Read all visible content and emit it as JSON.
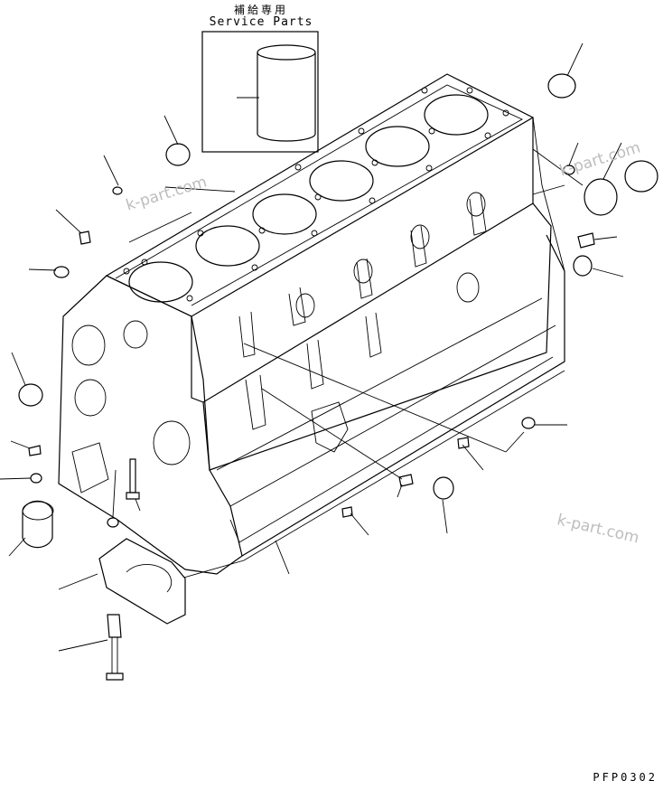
{
  "service_box": {
    "title_jp": "補給専用",
    "title_en": "Service Parts"
  },
  "watermarks": [
    "k-part.com",
    "k-part.com",
    "k-part.com"
  ],
  "diagram_code": "PFP0302",
  "colors": {
    "line": "#000000",
    "watermark": "#bdbdbd",
    "background": "#ffffff"
  }
}
